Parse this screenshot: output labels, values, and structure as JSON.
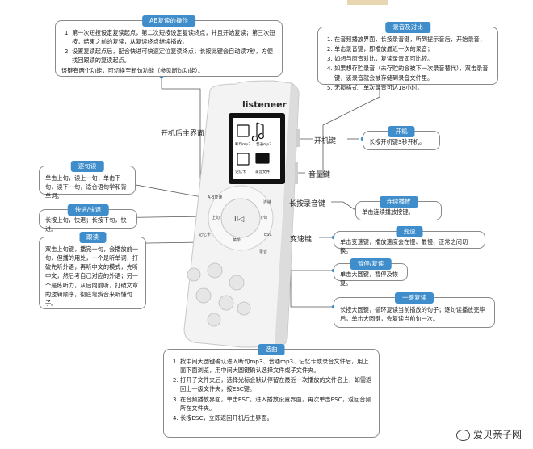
{
  "boxes": {
    "ab": {
      "title": "AB复读的操作",
      "items": [
        "第一次短按设定复读起点，第二次短按设定复读终点，并且开始复读；第三次短按，结束之前的复读，从复读终点继续播放。",
        "设置复读起点后，配合快进可快速定位复读终点；长按此键会自动读7秒，方便找回跟读的复读起点。"
      ],
      "note": "该键有两个功能，可切换至断句功能（参见断句功能）。"
    },
    "record": {
      "title": "录音及对比",
      "items": [
        "在音频播放界面，长按录音键，听到提示音后，开始录音；",
        "单击录音键，即播放最近一次的录音；",
        "如想与原音对比，复读录音即可比较。",
        "如果想存贮录音（未存贮的会被下一次录音替代），双击录音键，该录音就会被存储到录音文件里。",
        "无损格式，单次录音可达18小时。"
      ]
    },
    "power": {
      "title": "开机",
      "text": "长按开机键3秒开机。"
    },
    "sentence": {
      "title": "逐句读",
      "text": "单击上句，读上一句；单击下句，读下一句，适合语句学和背单词。"
    },
    "fast": {
      "title": "快进/快退",
      "text": "长按上句，快退；长按下句，快进。"
    },
    "follow": {
      "title": "跟读",
      "text": "双击上句键，播完一句，会播放前一句，但播的用处，一个是听单词，打破先听外语，再听中文的模式，先听中文，然后考自己对应的外语；另一个是练听力，从后向前听，打破文章的逻辑顺序，彻底靠辨音来听懂句子。"
    },
    "loop": {
      "title": "连续播放",
      "text": "单击连续播放按键。"
    },
    "speed": {
      "title": "变速",
      "text": "单击变速键，播放速度会在慢、最慢、正常之间切换。"
    },
    "pause": {
      "title": "暂停/复读",
      "text": "单击大圆键，暂停及恢复。"
    },
    "repeat": {
      "title": "一键复读",
      "text": "长按大圆键，循环复读当前播放的句子；逐句读播放完毕后，单击大圆键，会复读当前句一次。"
    },
    "select": {
      "title": "选曲",
      "items": [
        "按中间大圆键确认进入断句mp3、普通mp3、记忆卡或录音文件后，用上面下面浏览，用中间大圆键确认选择文件或子文件夹。",
        "打开子文件夹后，选择光标会默认停留在最近一次播放的文件名上，如需返回上一级文件夹，按ESC键。",
        "在音频播放界面，单击ESC，进入播放设置界面，再次单击ESC，返回音频所在文件夹。",
        "长按ESC，立即返回开机后主界面。"
      ]
    }
  },
  "labels": {
    "main_screen": "开机后主界面",
    "power_key": "开机键",
    "volume_key": "音量键",
    "record_key": "长按录音键",
    "speed_key": "变速键"
  },
  "device": {
    "brand": "listeneer",
    "screen_items": [
      "断句mp3",
      "普通mp3",
      "记忆卡",
      "录音文件"
    ],
    "button_labels": {
      "ab": "A-B复读",
      "prev": "上句",
      "next": "下句",
      "loop": "连续",
      "mem": "记忆卡",
      "esc": "ESC",
      "menu": "菜单",
      "rec": "录音"
    }
  },
  "watermark": "爱贝亲子网"
}
